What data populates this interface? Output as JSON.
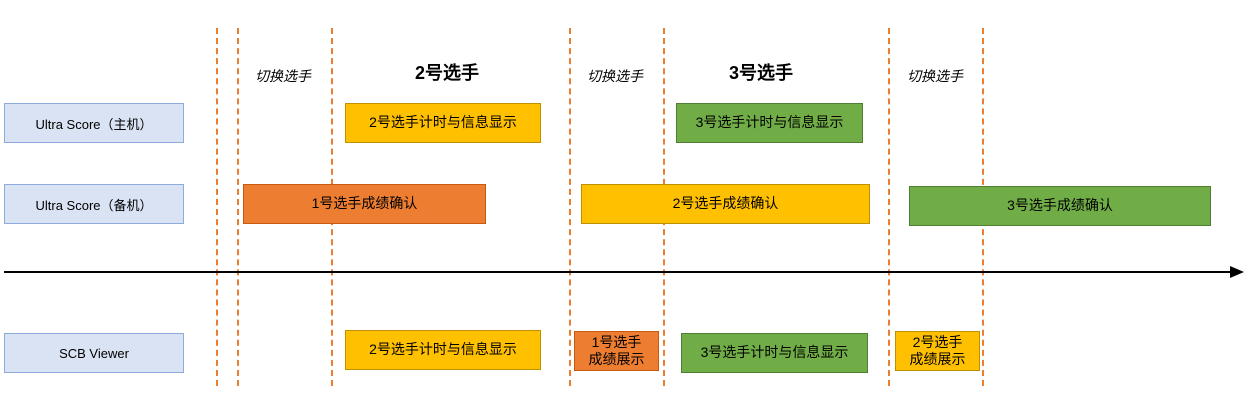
{
  "rows": {
    "host": "Ultra Score（主机）",
    "backup": "Ultra Score（备机）",
    "viewer": "SCB Viewer"
  },
  "titles": {
    "switch_1": "切换选手",
    "player_2": "2号选手",
    "switch_2": "切换选手",
    "player_3": "3号选手",
    "switch_3": "切换选手"
  },
  "bars": {
    "host_p2": "2号选手计时与信息显示",
    "host_p3": "3号选手计时与信息显示",
    "backup_p1": "1号选手成绩确认",
    "backup_p2": "2号选手成绩确认",
    "backup_p3": "3号选手成绩确认",
    "viewer_p2": "2号选手计时与信息显示",
    "viewer_p1_result_line1": "1号选手",
    "viewer_p1_result_line2": "成绩展示",
    "viewer_p3": "3号选手计时与信息显示",
    "viewer_p2_result_line1": "2号选手",
    "viewer_p2_result_line2": "成绩展示"
  },
  "colors": {
    "orange": "#ed7d31",
    "yellow": "#ffc000",
    "green": "#70ad47",
    "label_fill": "#dae3f3",
    "divider": "#ed7d31"
  }
}
